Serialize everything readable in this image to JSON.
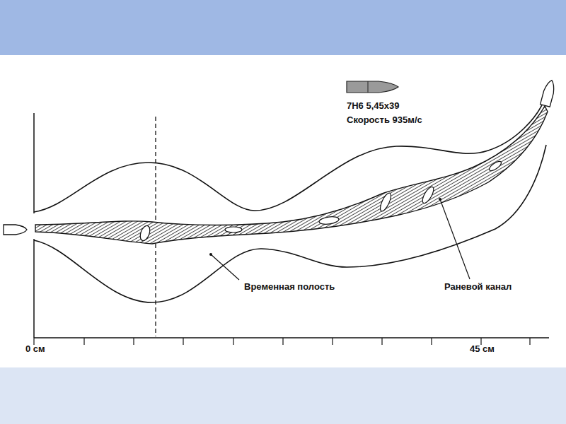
{
  "diagram": {
    "labels": [
      "7Н6 5,45х39",
      "Скорость 935м/с",
      "Временная полость",
      "Раневой канал",
      "0 см",
      "45 см"
    ]
  }
}
